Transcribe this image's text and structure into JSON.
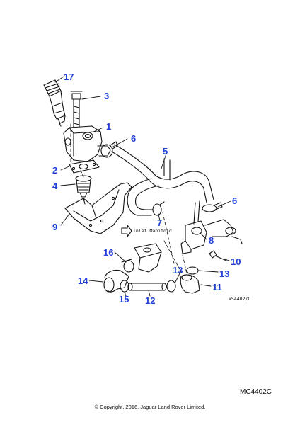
{
  "diagram": {
    "callouts": [
      "17",
      "3",
      "1",
      "6",
      "5",
      "2",
      "4",
      "9",
      "7",
      "6",
      "8",
      "10",
      "16",
      "13",
      "13",
      "14",
      "11",
      "15",
      "12"
    ],
    "direction_label": "Inlet Manifold",
    "drawing_code": "VS4402/C",
    "reference_code": "MC4402C",
    "copyright": "© Copyright, 2016. Jaguar Land Rover Limited.",
    "accent_color": "#1f3fd6"
  }
}
